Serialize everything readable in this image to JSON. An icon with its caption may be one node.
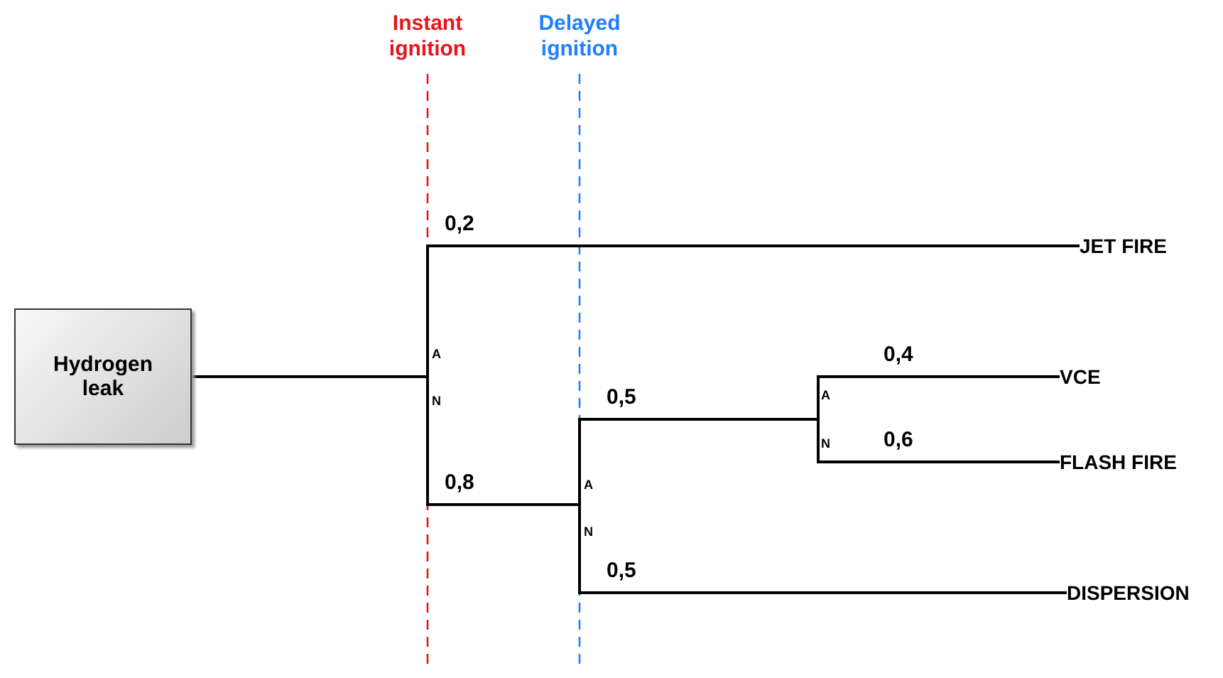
{
  "diagram": {
    "nodes": [
      {
        "text": [
          "Hydrogen leak"
        ]
      },
      {
        "text": [
          "JET FIRE"
        ]
      },
      {
        "text": [
          "VCE"
        ]
      },
      {
        "text": [
          "FLASH FIRE"
        ]
      },
      {
        "text": [
          "DISPERSION"
        ]
      }
    ],
    "edges": [
      {
        "from": 0,
        "to": 1,
        "arrow": "none",
        "label": "0,2"
      },
      {
        "from": 0,
        "to": 2,
        "arrow": "none",
        "label": "0,4"
      },
      {
        "from": 0,
        "to": 3,
        "arrow": "none",
        "label": "0,6"
      },
      {
        "from": 0,
        "to": 4,
        "arrow": "none",
        "label": "0,5"
      }
    ],
    "labels": [
      "Instant ignition",
      "Delayed ignition",
      "A",
      "N",
      "0,5",
      "A",
      "0,8",
      "N",
      "A",
      "N"
    ]
  }
}
